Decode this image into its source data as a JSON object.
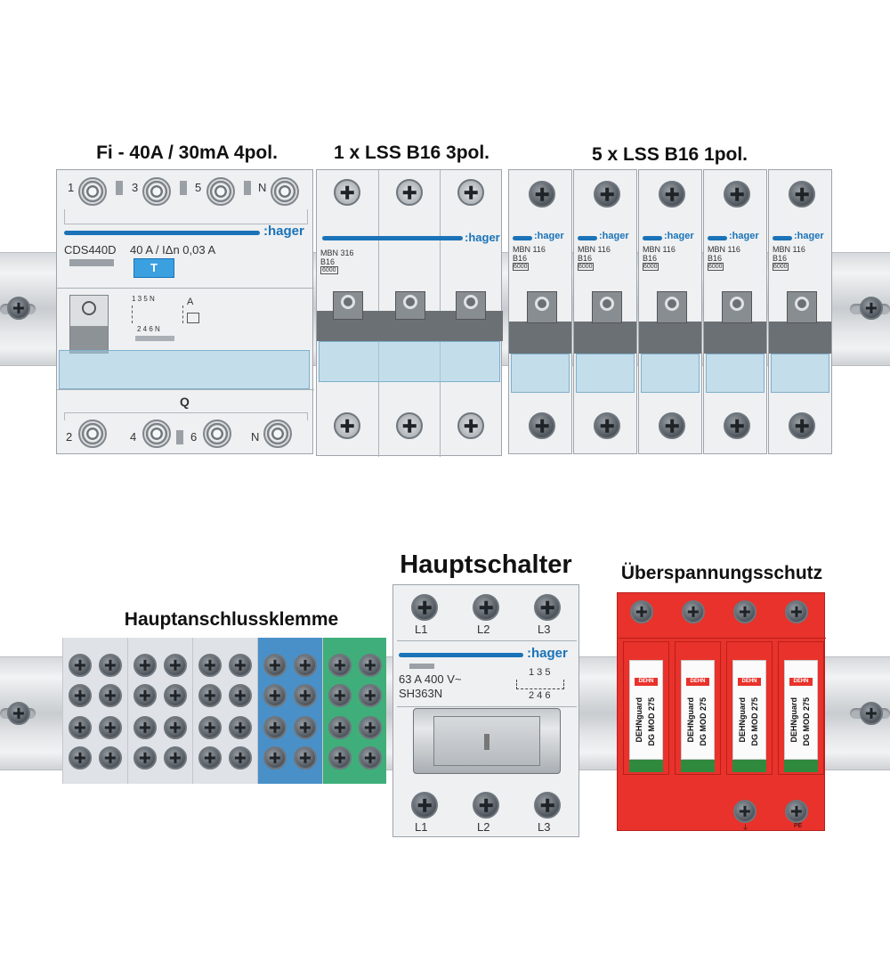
{
  "titles": {
    "fi": "Fi - 40A / 30mA 4pol.",
    "lss3": "1 x LSS B16 3pol.",
    "lss1": "5 x LSS B16 1pol.",
    "hauptanschluss": "Hauptanschlussklemme",
    "hauptschalter": "Hauptschalter",
    "ueberspannung": "Überspannungsschutz"
  },
  "fi": {
    "brand": ":hager",
    "model": "CDS440D",
    "rating": "40 A / IΔn 0,03 A",
    "test_button": "T",
    "top_terminals": [
      "1",
      "3",
      "5",
      "N"
    ],
    "bottom_terminals": [
      "2",
      "4",
      "6",
      "N"
    ],
    "front_letter": "Q",
    "diagram_type": "A",
    "diagram_top": "1 3 5 N",
    "diagram_bottom": "2 4 6 N"
  },
  "lss3": {
    "brand": ":hager",
    "model": "MBN 316",
    "rating": "B16",
    "class": "6000"
  },
  "lss1": {
    "brand": ":hager",
    "model": "MBN 116",
    "rating": "B16",
    "class": "6000",
    "count": 5
  },
  "hauptschalter": {
    "brand": ":hager",
    "rating": "63 A 400 V~",
    "model": "SH363N",
    "top_terminals": [
      "L1",
      "L2",
      "L3"
    ],
    "bottom_terminals": [
      "L1",
      "L2",
      "L3"
    ],
    "diagram_top": "1  3  5",
    "diagram_bottom": "2  4  6"
  },
  "spd": {
    "brand_line": "DEHNguard",
    "model_line": "DG MOD 275",
    "badge": "DEHN",
    "bottom_labels": [
      "⏚",
      "PE"
    ]
  },
  "colors": {
    "hager_blue": "#1a73b8",
    "spd_red": "#e8322b",
    "spd_green": "#2f8a3e",
    "terminal_grey": "#dfe3e7",
    "terminal_blue": "#4a90c8",
    "terminal_green": "#3fae7a"
  }
}
